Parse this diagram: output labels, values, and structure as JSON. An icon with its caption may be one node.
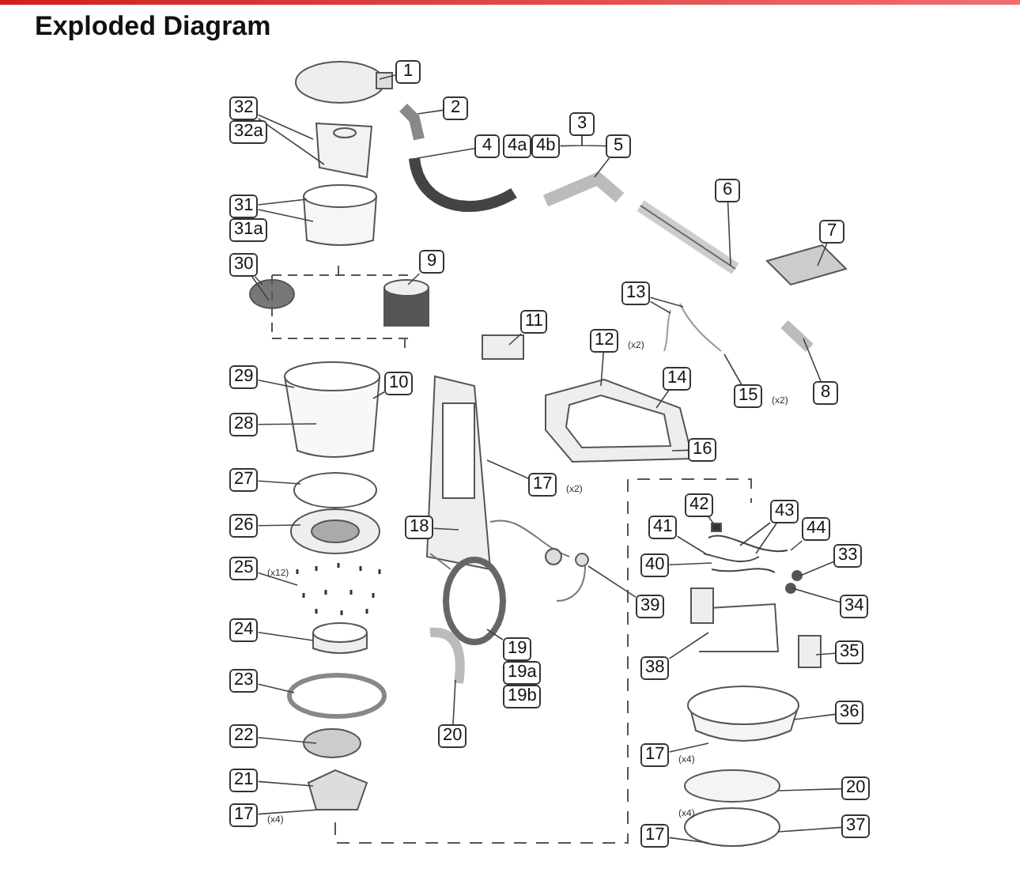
{
  "diagram": {
    "title": "Exploded Diagram",
    "nodes": [
      {
        "text": [
          "1"
        ]
      },
      {
        "text": [
          "2"
        ]
      },
      {
        "text": [
          "3"
        ]
      },
      {
        "text": [
          "4"
        ]
      },
      {
        "text": [
          "4a"
        ]
      },
      {
        "text": [
          "4b"
        ]
      },
      {
        "text": [
          "5"
        ]
      },
      {
        "text": [
          "32"
        ]
      },
      {
        "text": [
          "32a"
        ]
      },
      {
        "text": [
          "31"
        ]
      },
      {
        "text": [
          "31a"
        ]
      },
      {
        "text": [
          "6"
        ]
      },
      {
        "text": [
          "7"
        ]
      },
      {
        "text": [
          "30"
        ]
      },
      {
        "text": [
          "9"
        ]
      },
      {
        "text": [
          "13"
        ]
      },
      {
        "text": [
          "11"
        ]
      },
      {
        "text": [
          "12"
        ],
        "beside": [
          "(x2)"
        ]
      },
      {
        "text": [
          "8"
        ]
      },
      {
        "text": [
          "29"
        ]
      },
      {
        "text": [
          "10"
        ]
      },
      {
        "text": [
          "14"
        ]
      },
      {
        "text": [
          "15"
        ],
        "beside": [
          "(x2)"
        ]
      },
      {
        "text": [
          "28"
        ]
      },
      {
        "text": [
          "16"
        ]
      },
      {
        "text": [
          "27"
        ]
      },
      {
        "text": [
          "17"
        ],
        "beside": [
          "(x2)"
        ]
      },
      {
        "text": [
          "18"
        ]
      },
      {
        "text": [
          "26"
        ]
      },
      {
        "text": [
          "42"
        ]
      },
      {
        "text": [
          "43"
        ]
      },
      {
        "text": [
          "44"
        ]
      },
      {
        "text": [
          "41"
        ]
      },
      {
        "text": [
          "33"
        ]
      },
      {
        "text": [
          "25"
        ],
        "beside": [
          "(x12)"
        ]
      },
      {
        "text": [
          "40"
        ]
      },
      {
        "text": [
          "34"
        ]
      },
      {
        "text": [
          "39"
        ]
      },
      {
        "text": [
          "38"
        ]
      },
      {
        "text": [
          "35"
        ]
      },
      {
        "text": [
          "24"
        ]
      },
      {
        "text": [
          "19"
        ]
      },
      {
        "text": [
          "19a"
        ]
      },
      {
        "text": [
          "19b"
        ]
      },
      {
        "text": [
          "36"
        ]
      },
      {
        "text": [
          "23"
        ]
      },
      {
        "text": [
          "20"
        ]
      },
      {
        "text": [
          "22"
        ]
      },
      {
        "text": [
          "17"
        ],
        "beside": [
          "(x4)"
        ]
      },
      {
        "text": [
          "20"
        ]
      },
      {
        "text": [
          "21"
        ]
      },
      {
        "text": [
          "17"
        ],
        "beside": [
          "(x4)"
        ]
      },
      {
        "text": [
          "17"
        ],
        "beside": [
          "(x4)"
        ]
      },
      {
        "text": [
          "37"
        ]
      }
    ],
    "edges": [
      {
        "from": 0,
        "to": null,
        "arrow": "none"
      },
      {
        "from": 1,
        "to": null,
        "arrow": "none"
      },
      {
        "from": 2,
        "to": 5,
        "arrow": "none"
      },
      {
        "from": 2,
        "to": 6,
        "arrow": "none"
      },
      {
        "from": 3,
        "to": null,
        "arrow": "none"
      },
      {
        "from": 6,
        "to": null,
        "arrow": "none"
      },
      {
        "from": 7,
        "to": null,
        "arrow": "none"
      },
      {
        "from": 7,
        "to": null,
        "arrow": "none"
      },
      {
        "from": 9,
        "to": null,
        "arrow": "none"
      },
      {
        "from": 9,
        "to": null,
        "arrow": "none"
      },
      {
        "from": 11,
        "to": null,
        "arrow": "none"
      },
      {
        "from": 12,
        "to": null,
        "arrow": "none"
      },
      {
        "from": 13,
        "to": null,
        "arrow": "none"
      },
      {
        "from": 13,
        "to": null,
        "arrow": "none"
      },
      {
        "from": 14,
        "to": null,
        "arrow": "none"
      },
      {
        "from": 15,
        "to": null,
        "arrow": "none"
      },
      {
        "from": 15,
        "to": null,
        "arrow": "none"
      },
      {
        "from": 16,
        "to": null,
        "arrow": "none"
      },
      {
        "from": 17,
        "to": null,
        "arrow": "none"
      },
      {
        "from": 18,
        "to": null,
        "arrow": "none"
      },
      {
        "from": 19,
        "to": null,
        "arrow": "none"
      },
      {
        "from": 20,
        "to": null,
        "arrow": "none"
      },
      {
        "from": 21,
        "to": null,
        "arrow": "none"
      },
      {
        "from": 22,
        "to": null,
        "arrow": "none"
      },
      {
        "from": 23,
        "to": null,
        "arrow": "none"
      },
      {
        "from": 24,
        "to": null,
        "arrow": "none"
      },
      {
        "from": 25,
        "to": null,
        "arrow": "none"
      },
      {
        "from": 26,
        "to": null,
        "arrow": "none"
      },
      {
        "from": 27,
        "to": null,
        "arrow": "none"
      },
      {
        "from": 28,
        "to": null,
        "arrow": "none"
      },
      {
        "from": 29,
        "to": null,
        "arrow": "none"
      },
      {
        "from": 30,
        "to": null,
        "arrow": "none"
      },
      {
        "from": 30,
        "to": null,
        "arrow": "none"
      },
      {
        "from": 31,
        "to": null,
        "arrow": "none"
      },
      {
        "from": 32,
        "to": null,
        "arrow": "none"
      },
      {
        "from": 33,
        "to": null,
        "arrow": "none"
      },
      {
        "from": 34,
        "to": null,
        "arrow": "none"
      },
      {
        "from": 35,
        "to": null,
        "arrow": "none"
      },
      {
        "from": 36,
        "to": null,
        "arrow": "none"
      },
      {
        "from": 37,
        "to": null,
        "arrow": "none"
      },
      {
        "from": 38,
        "to": null,
        "arrow": "none"
      },
      {
        "from": 39,
        "to": null,
        "arrow": "none"
      },
      {
        "from": 40,
        "to": null,
        "arrow": "none"
      },
      {
        "from": 41,
        "to": null,
        "arrow": "none"
      },
      {
        "from": 44,
        "to": null,
        "arrow": "none"
      },
      {
        "from": 45,
        "to": null,
        "arrow": "none"
      },
      {
        "from": 46,
        "to": null,
        "arrow": "none"
      },
      {
        "from": 47,
        "to": null,
        "arrow": "none"
      },
      {
        "from": 48,
        "to": null,
        "arrow": "none"
      },
      {
        "from": 49,
        "to": null,
        "arrow": "none"
      },
      {
        "from": 50,
        "to": null,
        "arrow": "none"
      },
      {
        "from": 51,
        "to": null,
        "arrow": "none"
      },
      {
        "from": 52,
        "to": null,
        "arrow": "none"
      },
      {
        "from": 53,
        "to": null,
        "arrow": "none"
      }
    ]
  }
}
